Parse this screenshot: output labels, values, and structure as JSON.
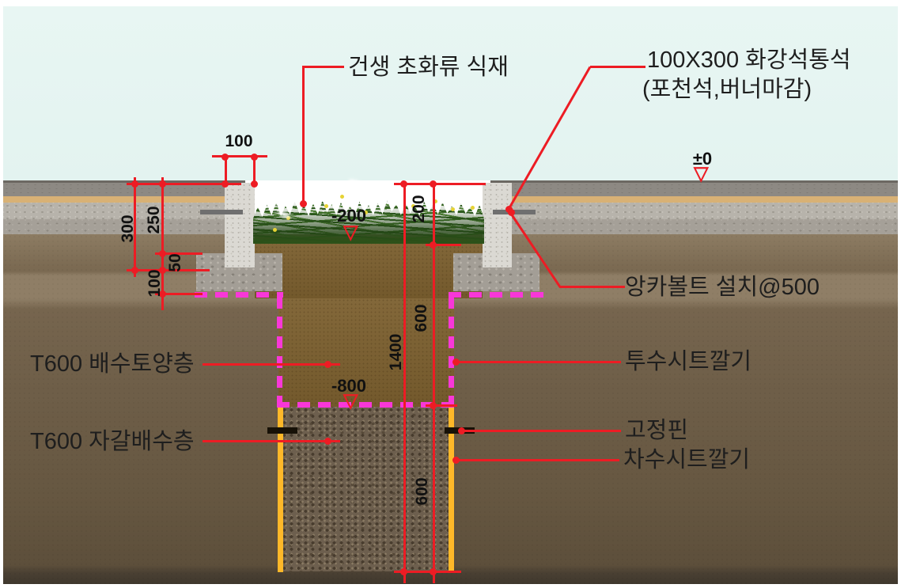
{
  "drawing": {
    "title_context": "planting pit section detail",
    "callouts": {
      "planting": "건생 초화류 식재",
      "granite_line1": "100X300 화강석통석",
      "granite_line2": "(포천석,버너마감)",
      "anchor_bolt": "앙카볼트 설치@500",
      "soil_layer": "T600 배수토양층",
      "gravel_layer": "T600 자갈배수층",
      "permeable_sheet": "투수시트깔기",
      "fixing_pin": "고정핀",
      "waterstop_sheet": "차수시트깔기"
    },
    "dimensions": {
      "post_width": "100",
      "pavement_total": "300",
      "pavement_upper": "250",
      "footing_upper": "50",
      "footing_lower": "100",
      "mulch_depth": "200",
      "soil_depth": "600",
      "total_depth": "1400",
      "gravel_depth": "600"
    },
    "levels": {
      "ground": "±0",
      "planting_surface": "-200",
      "gravel_top": "-800",
      "marker_glyph": "▽"
    },
    "colors": {
      "dimension_red": "#ed1c24",
      "permeable_sheet_magenta": "#f837d8",
      "waterstop_yellow": "#feb829",
      "sky": "#e6f5f2"
    }
  }
}
